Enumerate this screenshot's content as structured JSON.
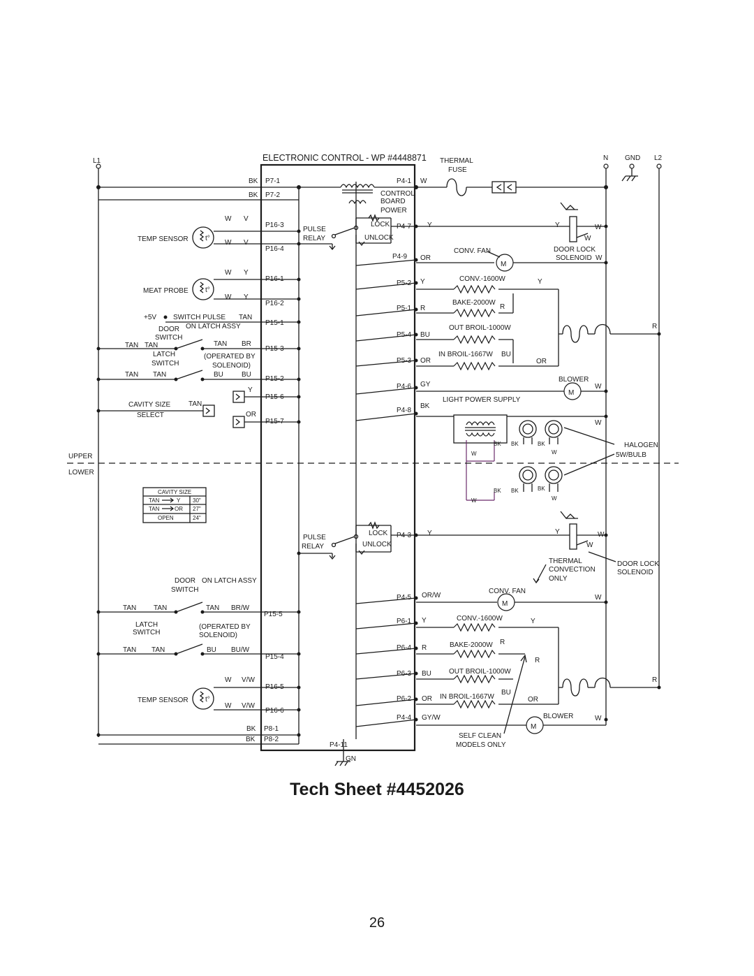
{
  "page": {
    "title": "Tech Sheet #4452026",
    "number": "26"
  },
  "header": {
    "control": "ELECTRONIC CONTROL - WP #4448871",
    "l1": "L1",
    "n": "N",
    "gnd": "GND",
    "l2": "L2",
    "thermal_fuse": [
      "THERMAL",
      "FUSE"
    ],
    "control_board_power": [
      "CONTROL",
      "BOARD",
      "POWER"
    ]
  },
  "pins": {
    "p7_1": "P7-1",
    "p7_2": "P7-2",
    "p4_1": "P4-1",
    "p4_7": "P4-7",
    "p4_9": "P4-9",
    "p5_2": "P5-2",
    "p5_1": "P5-1",
    "p5_4": "P5-4",
    "p5_3": "P5-3",
    "p4_6": "P4-6",
    "p4_8": "P4-8",
    "p16_3": "P16-3",
    "p16_4": "P16-4",
    "p16_1": "P16-1",
    "p16_2": "P16-2",
    "p15_1": "P15-1",
    "p15_3": "P15-3",
    "p15_2": "P15-2",
    "p15_6": "P15-6",
    "p15_7": "P15-7",
    "p4_3": "P4-3",
    "p4_5": "P4-5",
    "p6_1": "P6-1",
    "p6_4": "P6-4",
    "p6_3": "P6-3",
    "p6_2": "P6-2",
    "p4_4": "P4-4",
    "p4_11": "P4-11",
    "p15_5": "P15-5",
    "p15_4": "P15-4",
    "p16_5": "P16-5",
    "p16_6": "P16-6",
    "p8_1": "P8-1",
    "p8_2": "P8-2",
    "gn": "GN"
  },
  "colors": {
    "bk": "BK",
    "w": "W",
    "v": "V",
    "y": "Y",
    "tan": "TAN",
    "br": "BR",
    "bu": "BU",
    "or": "OR",
    "r": "R",
    "gy": "GY",
    "or_w": "OR/W",
    "br_w": "BR/W",
    "bu_w": "BU/W",
    "v_w": "V/W",
    "gy_w": "GY/W"
  },
  "labels": {
    "temp_sensor": "TEMP SENSOR",
    "meat_probe": "MEAT PROBE",
    "plus5v": "+5V",
    "switch_pulse": "SWITCH PULSE",
    "door_switch": [
      "DOOR",
      "SWITCH"
    ],
    "on_latch_assy": "ON LATCH ASSY",
    "latch_switch": [
      "LATCH",
      "SWITCH"
    ],
    "operated_by_solenoid": [
      "(OPERATED BY",
      "SOLENOID)"
    ],
    "cavity_size_select": [
      "CAVITY SIZE",
      "SELECT"
    ],
    "pulse_relay": [
      "PULSE",
      "RELAY"
    ],
    "lock": "LOCK",
    "unlock": "UNLOCK",
    "conv_fan": "CONV. FAN",
    "conv_fan_lower": "CONV. FAN",
    "door_lock_solenoid": [
      "DOOR LOCK",
      "SOLENOID"
    ],
    "conv_1600": "CONV.-1600W",
    "bake_2000": "BAKE-2000W",
    "out_broil_1000": "OUT BROIL-1000W",
    "in_broil_1667": "IN BROIL-1667W",
    "blower": "BLOWER",
    "light_power_supply": "LIGHT POWER SUPPLY",
    "halogen": [
      "HALOGEN",
      "5W/BULB"
    ],
    "upper": "UPPER",
    "lower": "LOWER",
    "thermal_convection_only": [
      "THERMAL",
      "CONVECTION",
      "ONLY"
    ],
    "self_clean_models_only": [
      "SELF CLEAN",
      "MODELS ONLY"
    ],
    "motor": "M",
    "temp_symbol": "t°"
  },
  "cavity_table": {
    "header": "CAVITY SIZE",
    "rows": [
      {
        "wire": "TAN",
        "to": "Y",
        "size": "30\""
      },
      {
        "wire": "TAN",
        "to": "OR",
        "size": "27\""
      },
      {
        "wire": "OPEN",
        "to": "",
        "size": "24\""
      }
    ]
  }
}
